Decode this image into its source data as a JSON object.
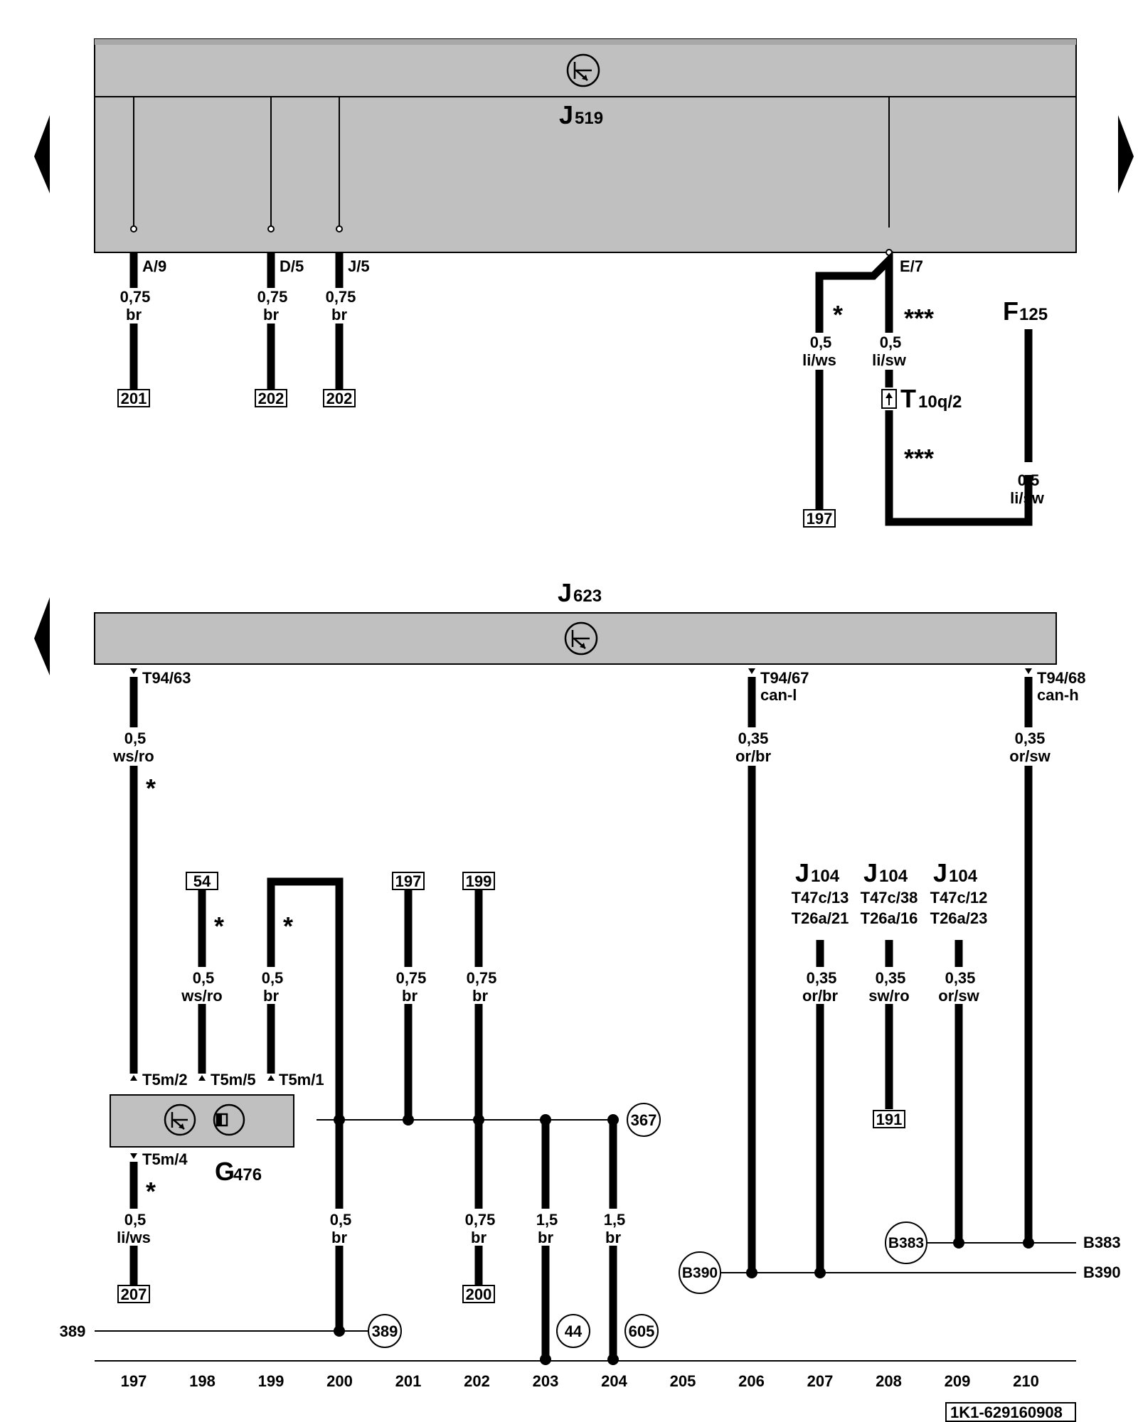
{
  "j519": {
    "name_main": "J",
    "name_sub": "519",
    "pins": [
      {
        "pin": "A/9",
        "size": "0,75",
        "color": "br",
        "ref": "201"
      },
      {
        "pin": "D/5",
        "size": "0,75",
        "color": "br",
        "ref": "202"
      },
      {
        "pin": "J/5",
        "size": "0,75",
        "color": "br",
        "ref": "202"
      },
      {
        "pin": "E/7"
      }
    ]
  },
  "branch_e7": {
    "left": {
      "mark": "*",
      "size": "0,5",
      "color": "li/ws",
      "ref": "197"
    },
    "right": {
      "mark_top": "***",
      "size": "0,5",
      "color": "li/sw",
      "mark_bottom": "***"
    },
    "connector_main": "T",
    "connector_sub": "10q/2"
  },
  "f125": {
    "name_main": "F",
    "name_sub": "125",
    "size": "0,5",
    "color": "li/sw"
  },
  "j623": {
    "name_main": "J",
    "name_sub": "623",
    "pins": [
      {
        "pin": "T94/63",
        "size": "0,5",
        "color": "ws/ro",
        "mark": "*"
      },
      {
        "pin": "T94/67",
        "signal": "can-l",
        "size": "0,35",
        "color": "or/br"
      },
      {
        "pin": "T94/68",
        "signal": "can-h",
        "size": "0,35",
        "color": "or/sw"
      }
    ]
  },
  "g476": {
    "name_main": "G",
    "name_sub": "476",
    "pins_top": [
      "T5m/2",
      "T5m/5",
      "T5m/1"
    ],
    "pin_bottom": "T5m/4",
    "bottom_wire": {
      "mark": "*",
      "size": "0,5",
      "color": "li/ws",
      "ref": "207"
    }
  },
  "wires_mid": [
    {
      "ref": "54",
      "mark": "*",
      "size": "0,5",
      "color": "ws/ro"
    },
    {
      "mark": "*",
      "size": "0,5",
      "color": "br"
    },
    {
      "ref": "197",
      "size": "0,75",
      "color": "br"
    },
    {
      "ref": "199",
      "size": "0,75",
      "color": "br"
    }
  ],
  "wires_low": [
    {
      "size": "0,5",
      "color": "br",
      "node": "389"
    },
    {
      "size": "0,75",
      "color": "br",
      "ref": "200"
    },
    {
      "size": "1,5",
      "color": "br",
      "node": "44"
    },
    {
      "size": "1,5",
      "color": "br",
      "node": "605"
    }
  ],
  "node_367": "367",
  "j104": [
    {
      "name_main": "J",
      "name_sub": "104",
      "pin1": "T47c/13",
      "pin2": "T26a/21",
      "size": "0,35",
      "color": "or/br"
    },
    {
      "name_main": "J",
      "name_sub": "104",
      "pin1": "T47c/38",
      "pin2": "T26a/16",
      "size": "0,35",
      "color": "sw/ro",
      "ref": "191"
    },
    {
      "name_main": "J",
      "name_sub": "104",
      "pin1": "T47c/12",
      "pin2": "T26a/23",
      "size": "0,35",
      "color": "or/sw"
    }
  ],
  "buses": {
    "b383": "B383",
    "b390": "B390"
  },
  "left_ref": "389",
  "tracks": [
    "197",
    "198",
    "199",
    "200",
    "201",
    "202",
    "203",
    "204",
    "205",
    "206",
    "207",
    "208",
    "209",
    "210"
  ],
  "doc_id": "1K1-629160908"
}
